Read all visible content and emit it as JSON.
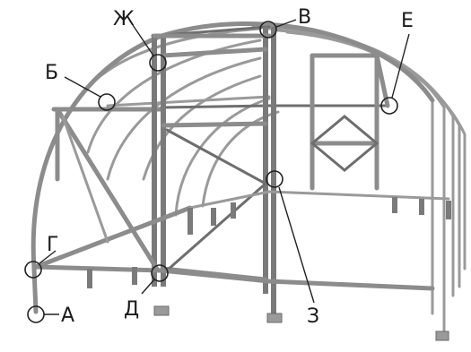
{
  "diagram": {
    "labels": {
      "A": "А",
      "B": "Б",
      "V": "В",
      "G": "Г",
      "D": "Д",
      "E": "Е",
      "Zh": "Ж",
      "Z": "З"
    },
    "colors": {
      "frame": "#8c8c8c",
      "callout": "#222222",
      "background": "#ffffff"
    }
  }
}
